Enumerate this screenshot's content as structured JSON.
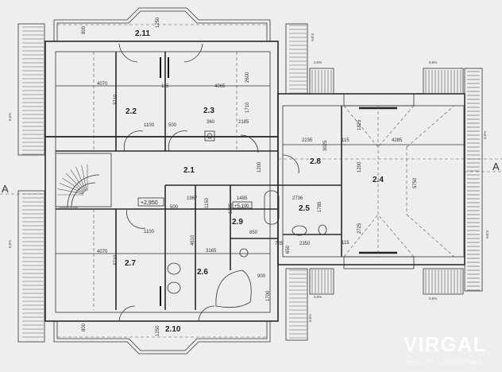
{
  "rooms": [
    "2.11",
    "2.2",
    "2.3",
    "2.1",
    "2.8",
    "2.4",
    "2.5",
    "2.9",
    "2.7",
    "2.6",
    "2.10"
  ],
  "levels": [
    "+2,950",
    "+5,100"
  ],
  "section_marker": [
    "A",
    "A"
  ],
  "slope": "0,5%",
  "dims": [
    "800",
    "1250",
    "4070",
    "115",
    "4065",
    "2600",
    "3710",
    "1710",
    "1100",
    "500",
    "360",
    "2185",
    "2235",
    "3025",
    "115",
    "1825",
    "4285",
    "1200",
    "1200",
    "5750",
    "1967",
    "500",
    "1150",
    "1485",
    "2736",
    "1785",
    "1785",
    "850",
    "4610",
    "3165",
    "1100",
    "4070",
    "3710",
    "725",
    "2350",
    "115",
    "2725",
    "650",
    "900",
    "1700",
    "800",
    "1250"
  ],
  "stair_note": "15x184,4/250",
  "watermark": {
    "brand": "VIRGAL",
    "tagline": "REALITY & INVESTMENT"
  }
}
